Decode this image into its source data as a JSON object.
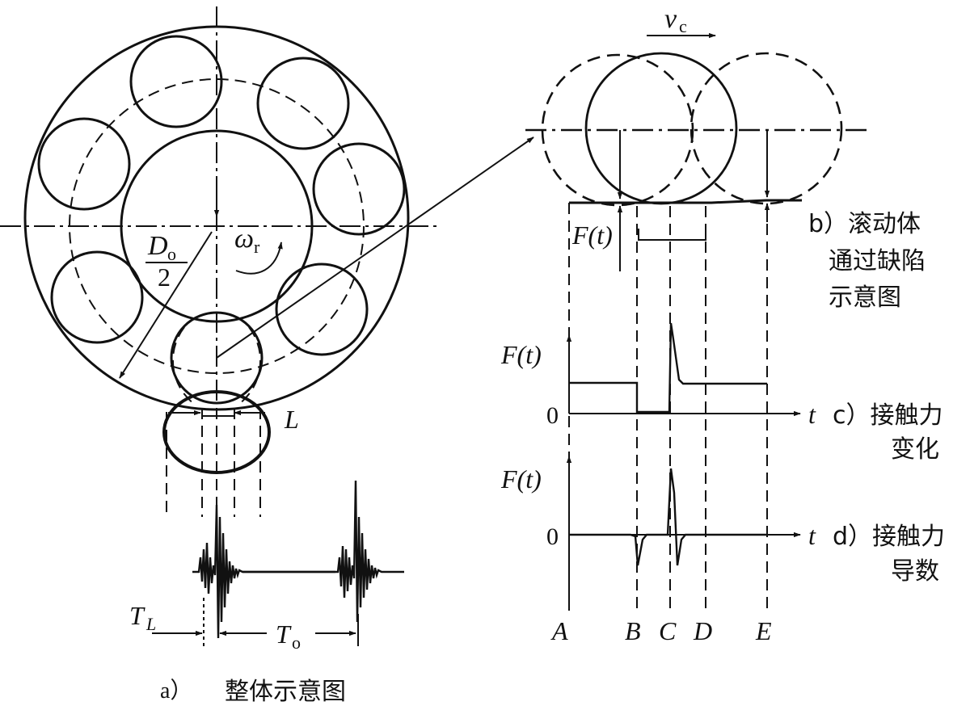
{
  "panel_a": {
    "caption_prefix": "a）",
    "caption_text": "整体示意图",
    "labels": {
      "diameter_D": "D",
      "diameter_sub": "o",
      "diameter_den": "2",
      "omega": "ω",
      "omega_sub": "r",
      "L": "L",
      "TL": "T",
      "TL_sub": "L",
      "To": "T",
      "To_sub": "o"
    }
  },
  "panel_b": {
    "velocity_v": "v",
    "velocity_sub": "c",
    "force_label": "F(t)",
    "caption_line1": "b）滚动体",
    "caption_line2": "通过缺陷",
    "caption_line3": "示意图"
  },
  "panel_c": {
    "y_label": "F(t)",
    "zero": "0",
    "t_label": "t",
    "caption_line1": "c）接触力",
    "caption_line2": "变化"
  },
  "panel_d": {
    "y_label": "F(t)",
    "zero": "0",
    "t_label": "t",
    "caption_line1": "d）接触力",
    "caption_line2": "导数"
  },
  "points": [
    "A",
    "B",
    "C",
    "D",
    "E"
  ]
}
